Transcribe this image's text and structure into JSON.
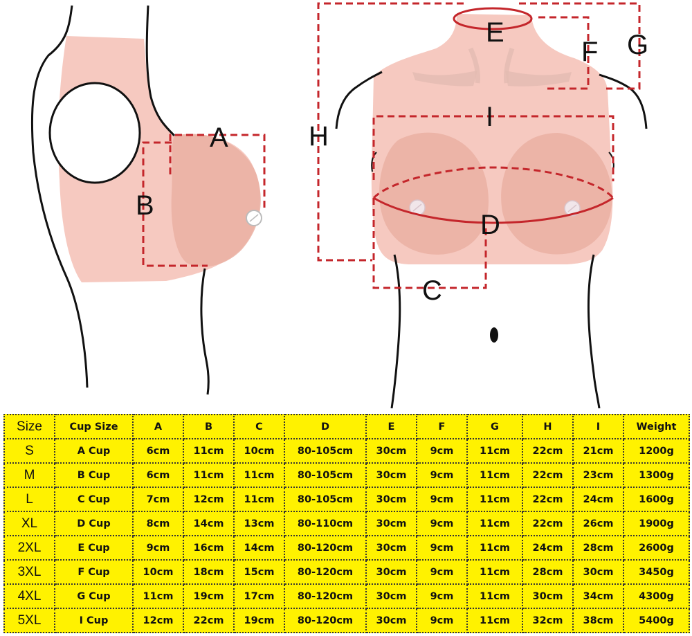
{
  "labels": {
    "a": "A",
    "b": "B",
    "c": "C",
    "d": "D",
    "e": "E",
    "f": "F",
    "g": "G",
    "h": "H",
    "i": "I"
  },
  "colors": {
    "skin": "#f6c9c0",
    "cup": "#eab0a2",
    "dash": "#c4262b",
    "table_bg": "#fff200",
    "outline": "#111111"
  },
  "table": {
    "headers": [
      "Size",
      "Cup Size",
      "A",
      "B",
      "C",
      "D",
      "E",
      "F",
      "G",
      "H",
      "I",
      "Weight"
    ],
    "rows": [
      [
        "S",
        "A Cup",
        "6cm",
        "11cm",
        "10cm",
        "80-105cm",
        "30cm",
        "9cm",
        "11cm",
        "22cm",
        "21cm",
        "1200g"
      ],
      [
        "M",
        "B Cup",
        "6cm",
        "11cm",
        "11cm",
        "80-105cm",
        "30cm",
        "9cm",
        "11cm",
        "22cm",
        "23cm",
        "1300g"
      ],
      [
        "L",
        "C Cup",
        "7cm",
        "12cm",
        "11cm",
        "80-105cm",
        "30cm",
        "9cm",
        "11cm",
        "22cm",
        "24cm",
        "1600g"
      ],
      [
        "XL",
        "D Cup",
        "8cm",
        "14cm",
        "13cm",
        "80-110cm",
        "30cm",
        "9cm",
        "11cm",
        "22cm",
        "26cm",
        "1900g"
      ],
      [
        "2XL",
        "E Cup",
        "9cm",
        "16cm",
        "14cm",
        "80-120cm",
        "30cm",
        "9cm",
        "11cm",
        "24cm",
        "28cm",
        "2600g"
      ],
      [
        "3XL",
        "F Cup",
        "10cm",
        "18cm",
        "15cm",
        "80-120cm",
        "30cm",
        "9cm",
        "11cm",
        "28cm",
        "30cm",
        "3450g"
      ],
      [
        "4XL",
        "G Cup",
        "11cm",
        "19cm",
        "17cm",
        "80-120cm",
        "30cm",
        "9cm",
        "11cm",
        "30cm",
        "34cm",
        "4300g"
      ],
      [
        "5XL",
        "I Cup",
        "12cm",
        "22cm",
        "19cm",
        "80-120cm",
        "30cm",
        "9cm",
        "11cm",
        "32cm",
        "38cm",
        "5400g"
      ]
    ]
  }
}
